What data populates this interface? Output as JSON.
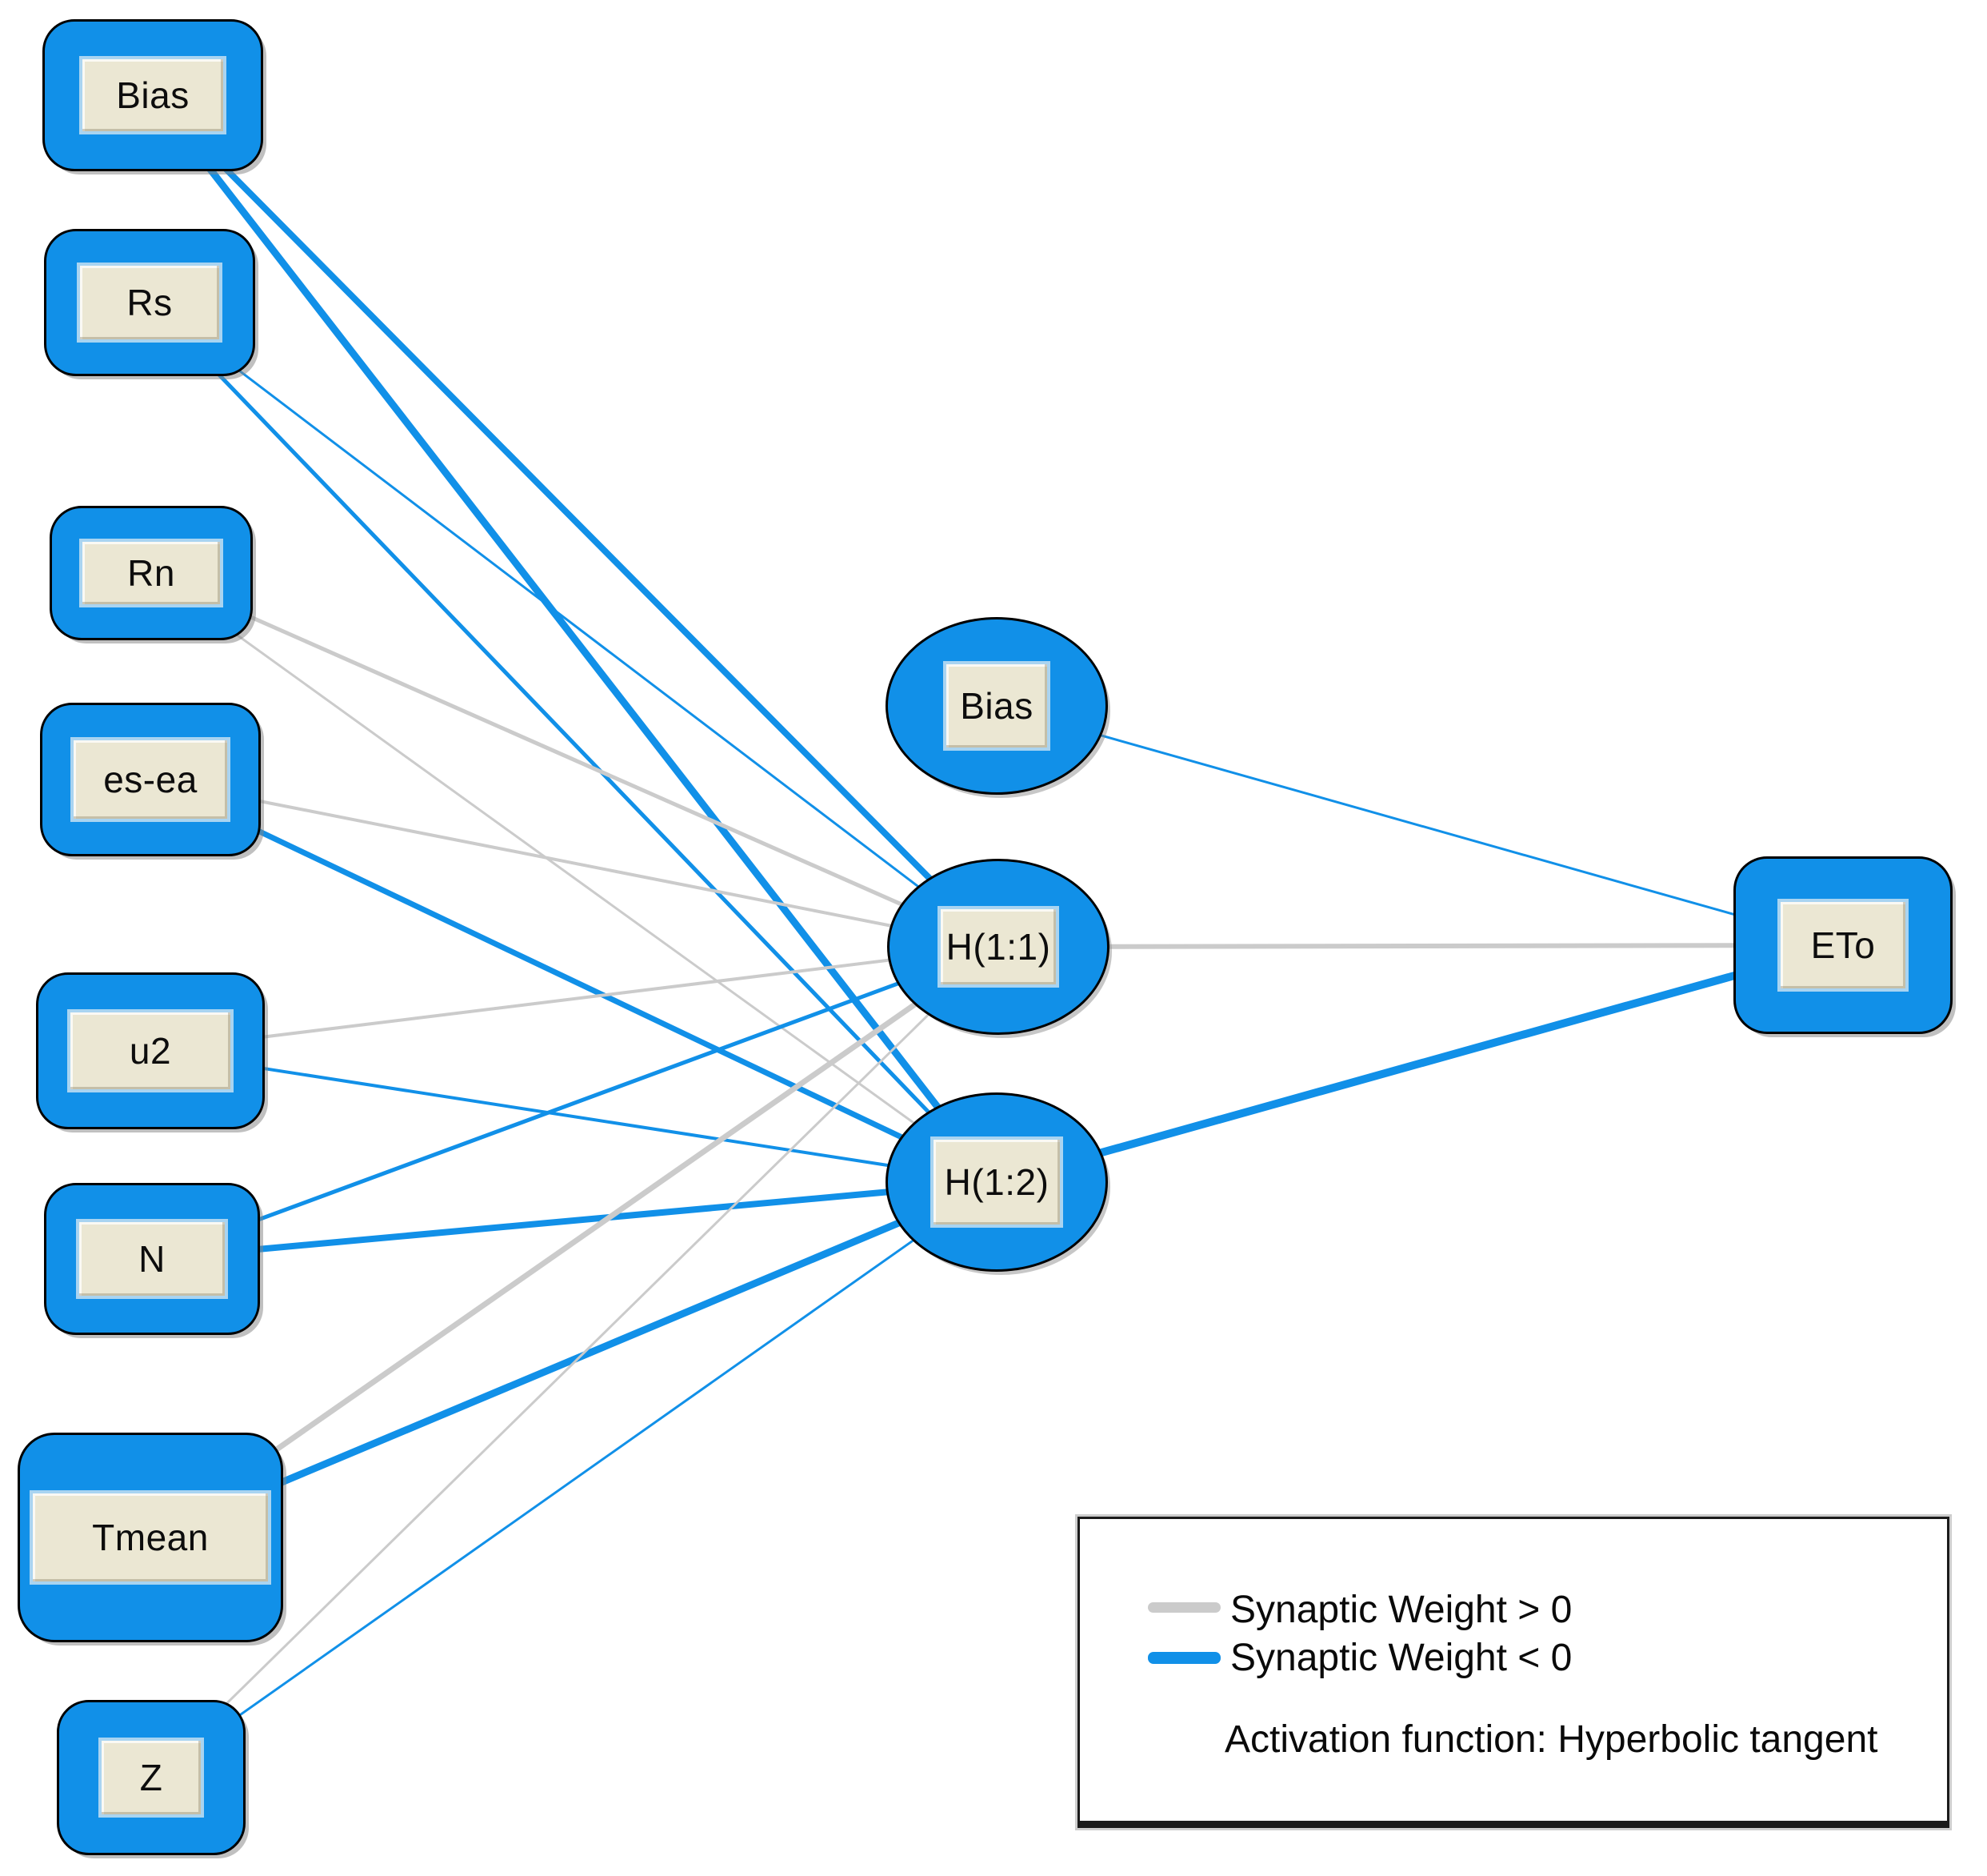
{
  "diagram": {
    "type": "neural-network",
    "colors": {
      "node_fill": "#1190E8",
      "node_border": "#000000",
      "label_plate_fill": "#EBE7D3",
      "positive_weight": "#CBCBCB",
      "negative_weight": "#1190E8"
    },
    "input_layer": [
      {
        "id": "input_bias",
        "label": "Bias"
      },
      {
        "id": "rs",
        "label": "Rs"
      },
      {
        "id": "rn",
        "label": "Rn"
      },
      {
        "id": "es_ea",
        "label": "es-ea"
      },
      {
        "id": "u2",
        "label": "u2"
      },
      {
        "id": "n",
        "label": "N"
      },
      {
        "id": "tmean",
        "label": "Tmean"
      },
      {
        "id": "z",
        "label": "Z"
      }
    ],
    "hidden_layer": [
      {
        "id": "hidden_bias",
        "label": "Bias"
      },
      {
        "id": "h11",
        "label": "H(1:1)"
      },
      {
        "id": "h12",
        "label": "H(1:2)"
      }
    ],
    "output_layer": [
      {
        "id": "eto",
        "label": "ETo"
      }
    ],
    "connections": [
      {
        "from": "input_bias",
        "to": "h11",
        "sign": "negative",
        "width": 8
      },
      {
        "from": "input_bias",
        "to": "h12",
        "sign": "negative",
        "width": 9
      },
      {
        "from": "rs",
        "to": "h11",
        "sign": "negative",
        "width": 3
      },
      {
        "from": "rs",
        "to": "h12",
        "sign": "negative",
        "width": 5
      },
      {
        "from": "rn",
        "to": "h11",
        "sign": "positive",
        "width": 5
      },
      {
        "from": "rn",
        "to": "h12",
        "sign": "positive",
        "width": 3
      },
      {
        "from": "es_ea",
        "to": "h11",
        "sign": "positive",
        "width": 4
      },
      {
        "from": "es_ea",
        "to": "h12",
        "sign": "negative",
        "width": 7
      },
      {
        "from": "u2",
        "to": "h11",
        "sign": "positive",
        "width": 4
      },
      {
        "from": "u2",
        "to": "h12",
        "sign": "negative",
        "width": 4
      },
      {
        "from": "n",
        "to": "h11",
        "sign": "negative",
        "width": 5
      },
      {
        "from": "n",
        "to": "h12",
        "sign": "negative",
        "width": 8
      },
      {
        "from": "tmean",
        "to": "h11",
        "sign": "positive",
        "width": 7
      },
      {
        "from": "tmean",
        "to": "h12",
        "sign": "negative",
        "width": 9
      },
      {
        "from": "z",
        "to": "h11",
        "sign": "positive",
        "width": 3
      },
      {
        "from": "z",
        "to": "h12",
        "sign": "negative",
        "width": 3
      },
      {
        "from": "hidden_bias",
        "to": "eto",
        "sign": "negative",
        "width": 3
      },
      {
        "from": "h11",
        "to": "eto",
        "sign": "positive",
        "width": 6
      },
      {
        "from": "h12",
        "to": "eto",
        "sign": "negative",
        "width": 10
      }
    ],
    "legend": {
      "items": [
        {
          "swatch": "positive",
          "label": "Synaptic Weight > 0"
        },
        {
          "swatch": "negative",
          "label": "Synaptic Weight < 0"
        }
      ],
      "note": "Activation function: Hyperbolic tangent"
    }
  }
}
